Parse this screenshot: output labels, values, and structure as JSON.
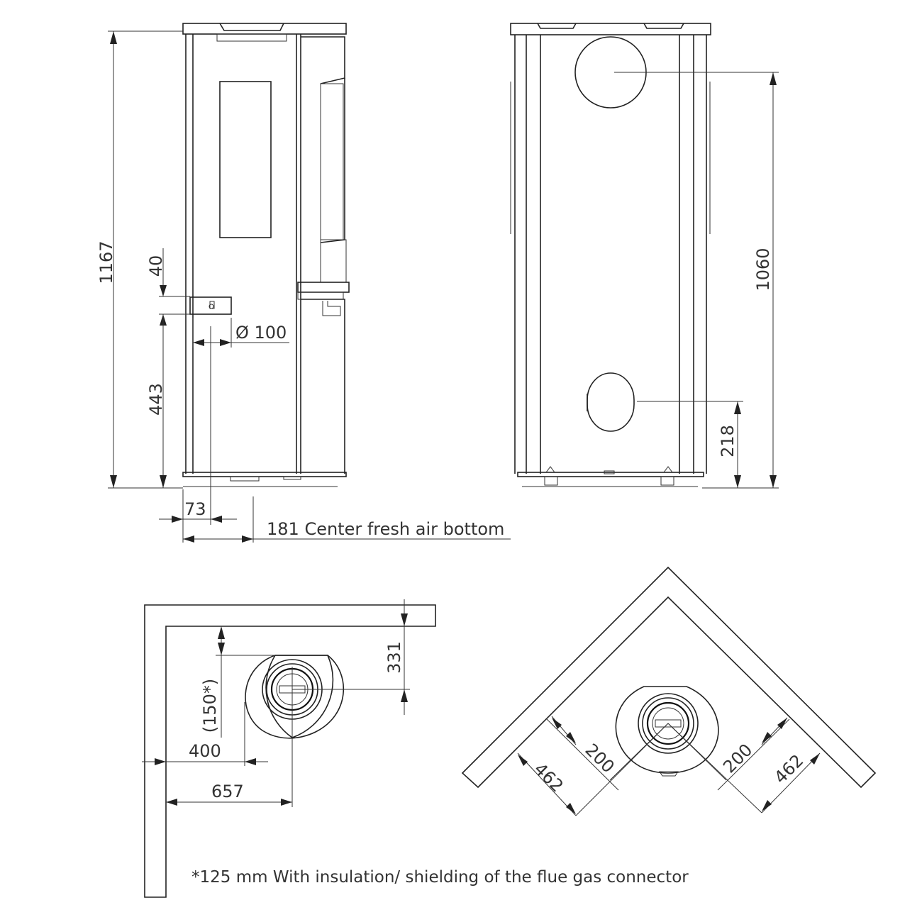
{
  "side_view": {
    "height_total": "1167",
    "dim_40": "40",
    "inlet_diameter": "Ø 100",
    "dim_443": "443",
    "dim_73": "73",
    "center_fresh_air": "181 Center fresh air bottom"
  },
  "rear_view": {
    "flue_height": "1060",
    "air_height": "218"
  },
  "wall_plan": {
    "dim_331": "331",
    "dim_150": "(150*)",
    "dim_400": "400",
    "dim_657": "657"
  },
  "corner_plan": {
    "dim_200_left": "200",
    "dim_462_left": "462",
    "dim_200_right": "200",
    "dim_462_right": "462"
  },
  "footnote": "*125 mm With insulation/ shielding of the flue gas connector"
}
